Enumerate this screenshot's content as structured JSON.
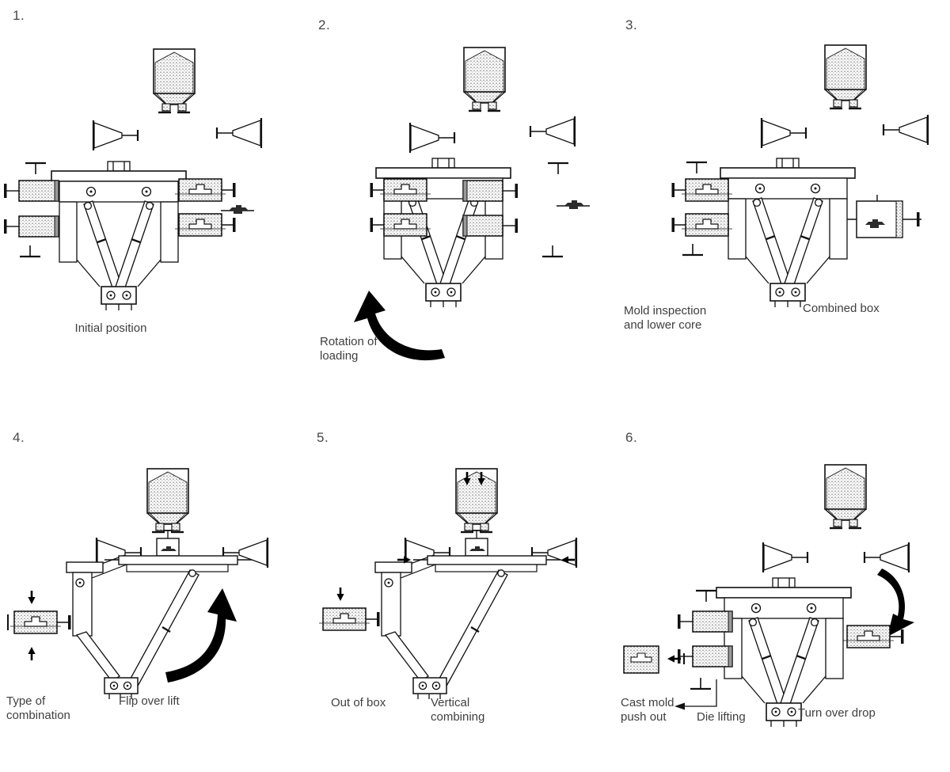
{
  "meta": {
    "background_color": "#ffffff",
    "ink_color": "#111111",
    "text_color": "#3f3f3f"
  },
  "figure": {
    "panels": [
      {
        "number": "1.",
        "captions": {
          "main": "Initial position"
        }
      },
      {
        "number": "2.",
        "captions": {
          "main": "Rotation of\nloading"
        }
      },
      {
        "number": "3.",
        "captions": {
          "left": "Mold inspection\nand lower core",
          "right": "Combined box"
        }
      },
      {
        "number": "4.",
        "captions": {
          "left": "Type of\ncombination",
          "right": "Flip over lift"
        }
      },
      {
        "number": "5.",
        "captions": {
          "left": "Out of box",
          "right": "Vertical\ncombining"
        }
      },
      {
        "number": "6.",
        "captions": {
          "left": "Cast mold\npush out",
          "mid": "Die lifting",
          "right": "Turn over drop"
        }
      }
    ]
  }
}
